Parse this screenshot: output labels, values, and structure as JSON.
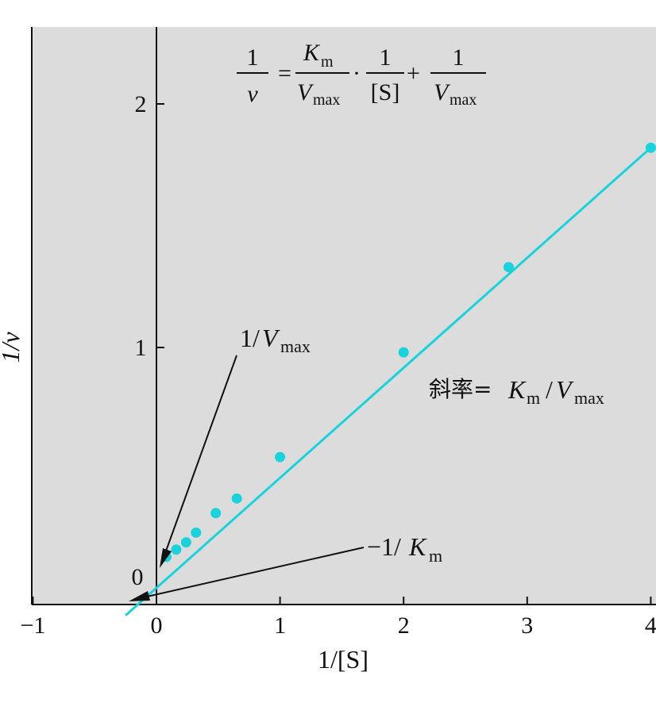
{
  "chart_data": {
    "type": "line",
    "title": "",
    "xlabel": "1/[S]",
    "ylabel": "1/v",
    "xlim": [
      -1,
      4
    ],
    "ylim": [
      -0.1,
      2.3
    ],
    "x_ticks": [
      "−1",
      "0",
      "1",
      "2",
      "3",
      "4"
    ],
    "y_ticks": [
      "0",
      "1",
      "2"
    ],
    "series": [
      {
        "points": [
          {
            "x": 0.08,
            "y": 0.14
          },
          {
            "x": 0.16,
            "y": 0.17
          },
          {
            "x": 0.24,
            "y": 0.2
          },
          {
            "x": 0.32,
            "y": 0.24
          },
          {
            "x": 0.48,
            "y": 0.32
          },
          {
            "x": 0.65,
            "y": 0.38
          },
          {
            "x": 1.0,
            "y": 0.55
          },
          {
            "x": 2.0,
            "y": 0.98
          },
          {
            "x": 2.85,
            "y": 1.33
          },
          {
            "x": 4.0,
            "y": 1.82
          }
        ],
        "line": {
          "x_start": -0.25,
          "y_start": -0.1,
          "x_end": 4.0,
          "y_end": 1.82
        },
        "color": "#18d3dc"
      }
    ],
    "grid": false,
    "background": "#dcdcdc",
    "equation": {
      "lhs_num": "1",
      "lhs_den": "v",
      "eq_sign": "=",
      "km": "K",
      "km_sub": "m",
      "vmax": "V",
      "vmax_sub": "max",
      "dot": "·",
      "s_den": "[S]",
      "plus": "+",
      "one": "1"
    },
    "annotations": {
      "intercept_y": {
        "prefix": "1/",
        "var": "V",
        "sub": "max"
      },
      "intercept_x": {
        "prefix": "−1/",
        "var": "K",
        "sub": "m"
      },
      "slope": {
        "label": "斜率=",
        "var1": "K",
        "sub1": "m",
        "slash": "/",
        "var2": "V",
        "sub2": "max"
      }
    }
  }
}
